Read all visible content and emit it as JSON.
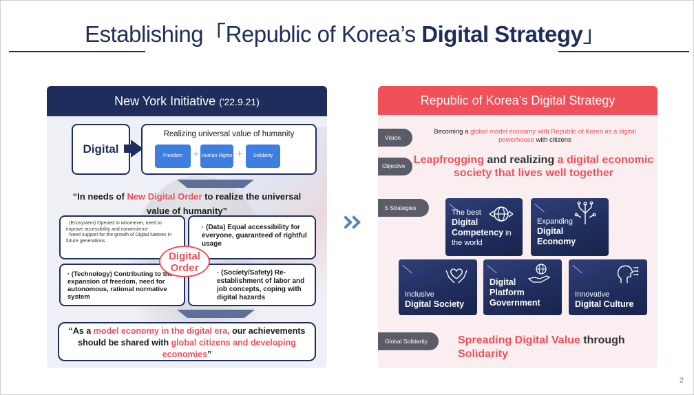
{
  "page": {
    "title_prefix": "Establishing「Republic of Korea’s ",
    "title_bold": "Digital Strategy",
    "title_suffix": "」",
    "page_number": "2"
  },
  "left": {
    "header_title": "New York Initiative ",
    "header_date": "('22.9.21)",
    "digital_label": "Digital",
    "value_title": "Realizing universal value of humanity",
    "values": [
      "Freedom",
      "Human Rights",
      "Solidarity"
    ],
    "plus": "+",
    "quote1_a": "“In needs of ",
    "quote1_red": "New Digital Order",
    "quote1_b": " to realize the universal value of humanity”",
    "cell1": "· (Ecosystem) Opened to whomever, need to improve accessibility and convenience\n· Need support for the growth of Digital Natives in future generations",
    "cell2": "· (Data) Equal accessibility for everyone, guaranteed of rightful usage",
    "cell3": "· (Technology) Contributing to the expansion of freedom, need for autonomous, rational normative system",
    "cell4": "· (Society/Safety) Re-establishment of labor and job concepts, coping with digital hazards",
    "order_line1": "Digital",
    "order_line2": "Order",
    "quote2_a": "“As a ",
    "quote2_red1": "model economy in the digital era,",
    "quote2_b": " our achievements should be shared with ",
    "quote2_red2": "global citizens and developing economies",
    "quote2_c": "”"
  },
  "right": {
    "header_title": "Republic of Korea’s Digital Strategy",
    "tags": {
      "vision": "Vision",
      "objective": "Objective",
      "strategies": "5 Strategies",
      "global": "Global Solidarity"
    },
    "vision_a": "Becoming a ",
    "vision_red": "global model economy with Republic of Korea as a digital powerhouse",
    "vision_b": " with citizens",
    "objective_red1": "Leapfrogging",
    "objective_b": " and realizing ",
    "objective_red2": "a digital economic society that lives well together",
    "tiles": [
      {
        "top": "The best",
        "bold1": "Digital",
        "bold2": "Competency",
        "rest": " in",
        "bottom": "the world",
        "icon": "globe-icon"
      },
      {
        "top": "Expanding",
        "bold1": "Digital",
        "bold2": "Economy",
        "icon": "circuit-icon"
      },
      {
        "top": "Inclusive",
        "bold1": "Digital Society",
        "icon": "heart-hands-icon"
      },
      {
        "bold1": "Digital",
        "bold2": "Platform",
        "bold3": "Government",
        "icon": "hand-globe-icon"
      },
      {
        "top": "Innovative",
        "bold1": "Digital Culture",
        "icon": "ai-head-icon"
      }
    ],
    "global_red1": "Spreading Digital Value",
    "global_b": " through ",
    "global_red2": "Solidarity"
  }
}
